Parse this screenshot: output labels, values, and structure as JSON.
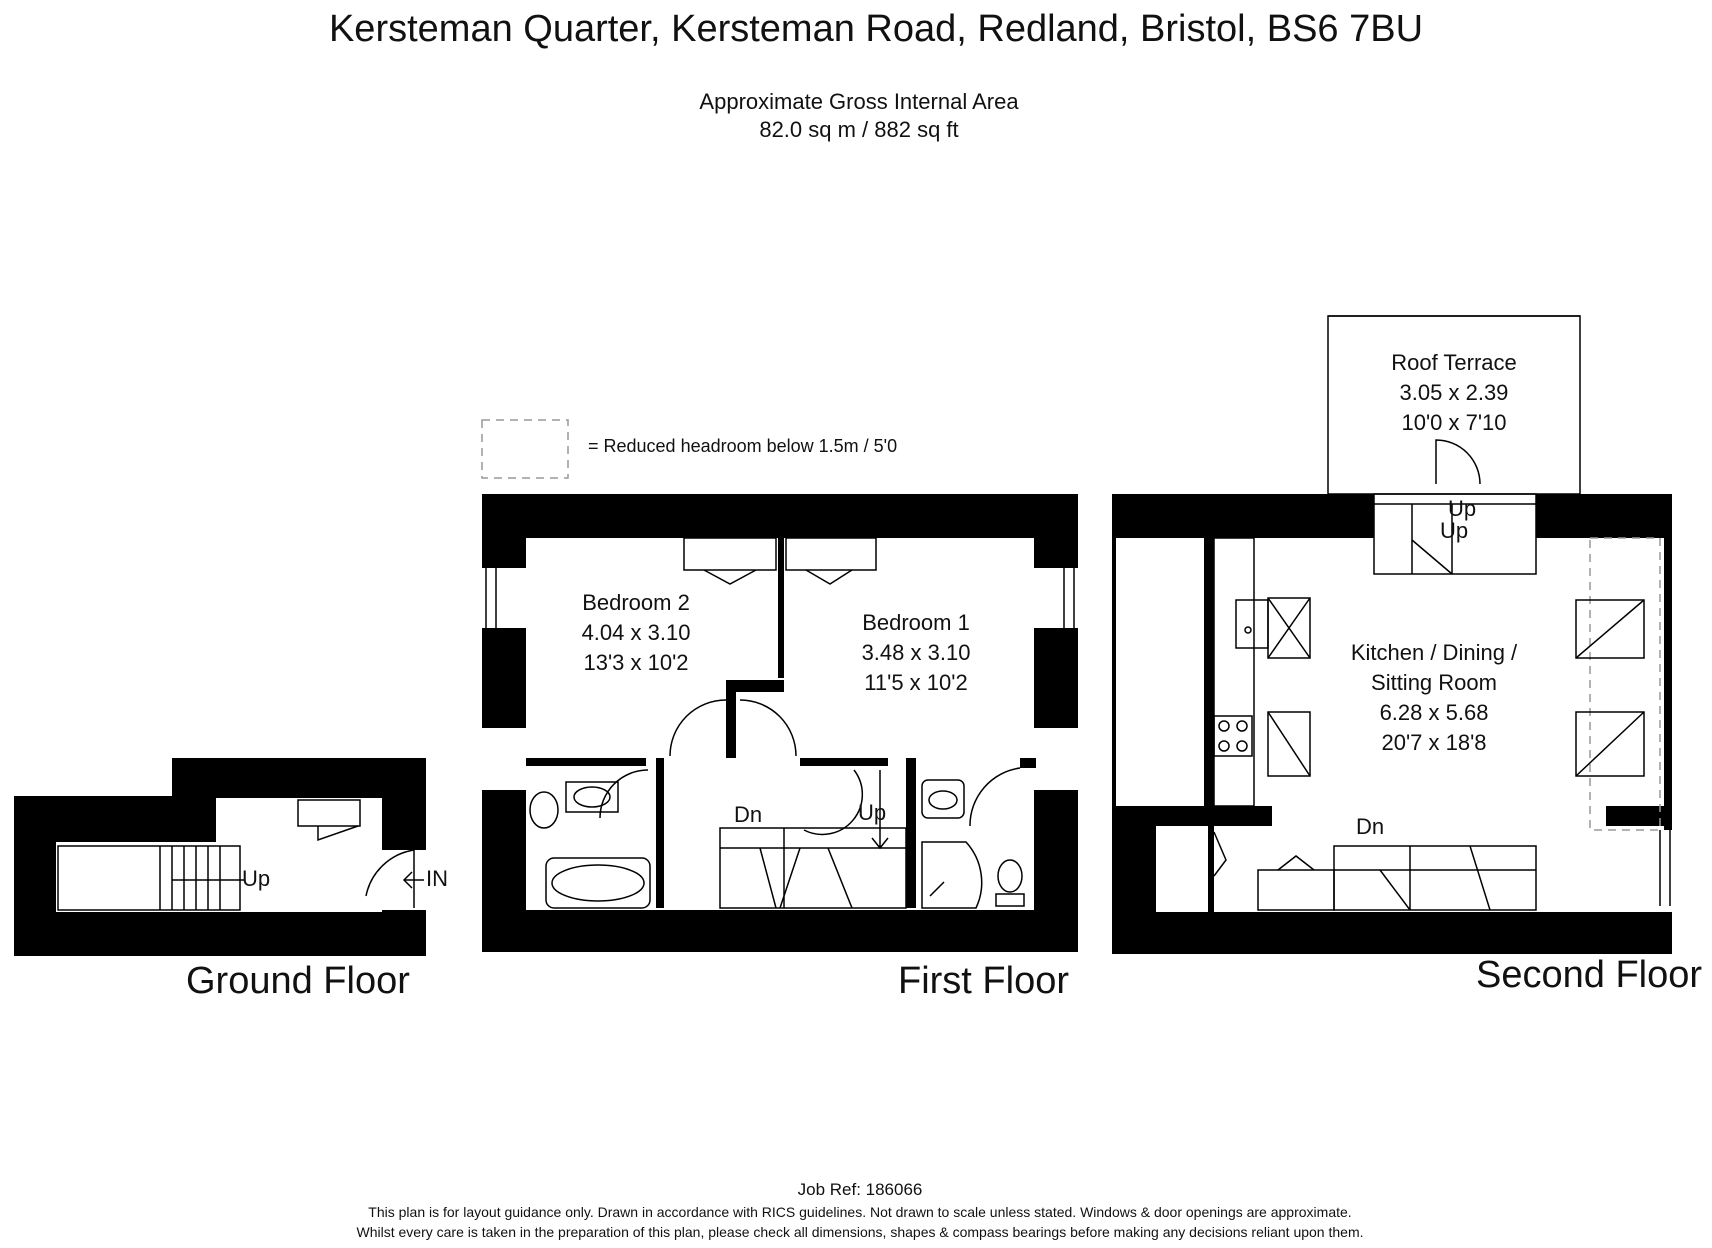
{
  "header": {
    "title": "Kersteman Quarter, Kersteman Road, Redland, Bristol, BS6 7BU",
    "area_title": "Approximate Gross Internal Area",
    "area_value": "82.0 sq m / 882 sq ft"
  },
  "legend": {
    "text": "= Reduced headroom below 1.5m / 5'0"
  },
  "floors": {
    "ground": {
      "label": "Ground Floor",
      "stairs_up": "Up",
      "entrance": "IN"
    },
    "first": {
      "label": "First Floor",
      "bedroom2": {
        "name": "Bedroom 2",
        "metric": "4.04 x 3.10",
        "imperial": "13'3 x 10'2"
      },
      "bedroom1": {
        "name": "Bedroom 1",
        "metric": "3.48 x 3.10",
        "imperial": "11'5 x 10'2"
      },
      "stairs_down": "Dn",
      "stairs_up": "Up"
    },
    "second": {
      "label": "Second Floor",
      "roof_terrace": {
        "name": "Roof Terrace",
        "metric": "3.05 x 2.39",
        "imperial": "10'0 x 7'10"
      },
      "kitchen": {
        "name_line1": "Kitchen / Dining /",
        "name_line2": "Sitting Room",
        "metric": "6.28 x 5.68",
        "imperial": "20'7 x 18'8"
      },
      "stairs_up_1": "Up",
      "stairs_up_2": "Up",
      "stairs_down": "Dn"
    }
  },
  "footer": {
    "job_ref": "Job Ref: 186066",
    "disclaimer_line1": "This plan is for layout guidance only. Drawn in accordance with RICS guidelines. Not drawn to scale unless stated. Windows & door openings are approximate.",
    "disclaimer_line2": "Whilst every care is taken in the preparation of this plan, please check all dimensions, shapes & compass bearings before making any decisions reliant upon them."
  }
}
